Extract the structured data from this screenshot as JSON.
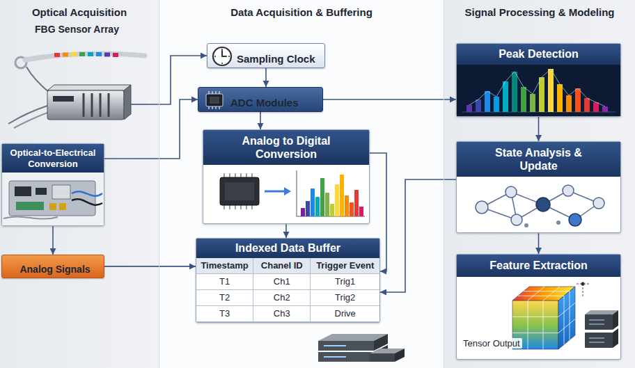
{
  "diagram": {
    "nodes": [
      {
        "text": [
          "Optical Acquisition"
        ]
      },
      {
        "text": [
          "FBG Sensor Array"
        ],
        "in": 0
      },
      {
        "text": [
          "Optical-to-Electrical Conversion"
        ],
        "in": 0
      },
      {
        "text": [
          "Analog Signals"
        ],
        "in": 0
      },
      {
        "text": [
          "Data Acquisition & Buffering"
        ]
      },
      {
        "text": [
          "Sampling Clock"
        ],
        "in": 4
      },
      {
        "text": [
          "ADC Modules"
        ],
        "in": 4
      },
      {
        "text": [
          "Analog to Digital Conversion"
        ],
        "in": 4
      },
      {
        "text": [
          "Indexed Data Buffer"
        ],
        "in": 4
      },
      {
        "text": [
          "Signal Processing & Modeling"
        ]
      },
      {
        "text": [
          "Peak Detection"
        ],
        "in": 9
      },
      {
        "text": [
          "State Analysis & Update"
        ],
        "in": 9
      },
      {
        "text": [
          "Feature Extraction"
        ],
        "in": 9
      }
    ],
    "edges": [
      {
        "from": 1,
        "to": 5,
        "arrow": "to"
      },
      {
        "from": 2,
        "to": 6,
        "arrow": "to"
      },
      {
        "from": 2,
        "to": 3,
        "arrow": "to"
      },
      {
        "from": 3,
        "to": 8,
        "arrow": "to"
      },
      {
        "from": 5,
        "to": 6,
        "arrow": "to"
      },
      {
        "from": 6,
        "to": 7,
        "arrow": "to"
      },
      {
        "from": 6,
        "to": 10,
        "arrow": "to"
      },
      {
        "from": 7,
        "to": 8,
        "arrow": "to"
      },
      {
        "from": 7,
        "to": 8,
        "arrow": "to"
      },
      {
        "from": 11,
        "to": 8,
        "arrow": "to"
      },
      {
        "from": 10,
        "to": 11,
        "arrow": "to"
      },
      {
        "from": 11,
        "to": 12,
        "arrow": "to"
      }
    ],
    "labels": [
      "Timestamp",
      "Chanel ID",
      "Trigger Event",
      "T1",
      "Ch1",
      "Trig1",
      "T2",
      "Ch2",
      "Trig2",
      "T3",
      "Ch3",
      "Drive",
      "Tensor Output"
    ]
  }
}
